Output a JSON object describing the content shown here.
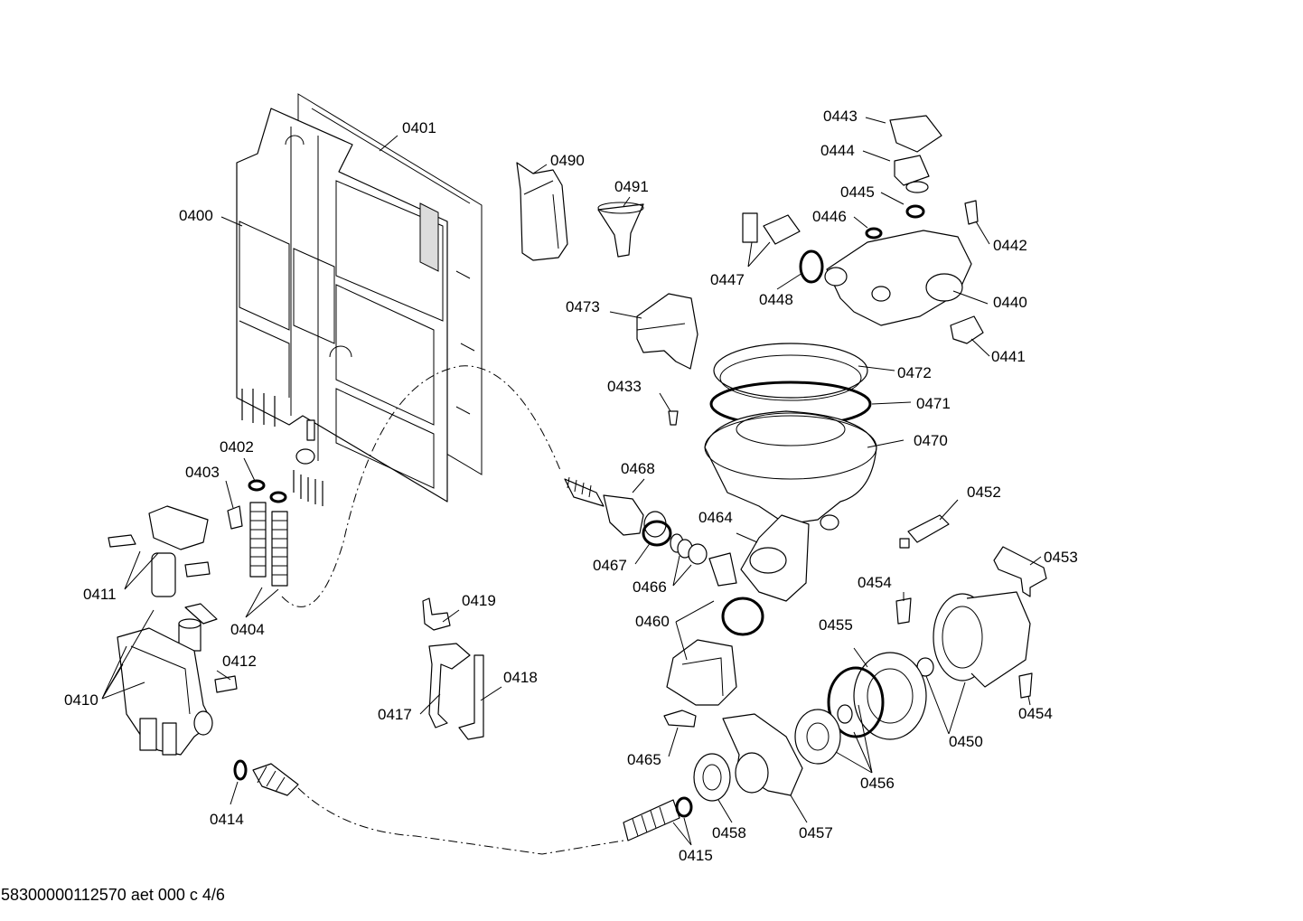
{
  "diagram": {
    "labels": {
      "p0400": "0400",
      "p0401": "0401",
      "p0402": "0402",
      "p0403": "0403",
      "p0404": "0404",
      "p0410": "0410",
      "p0411": "0411",
      "p0412": "0412",
      "p0414": "0414",
      "p0415": "0415",
      "p0417": "0417",
      "p0418": "0418",
      "p0419": "0419",
      "p0433": "0433",
      "p0440": "0440",
      "p0441": "0441",
      "p0442": "0442",
      "p0443": "0443",
      "p0444": "0444",
      "p0445": "0445",
      "p0446": "0446",
      "p0447": "0447",
      "p0448": "0448",
      "p0450": "0450",
      "p0452": "0452",
      "p0453": "0453",
      "p0454a": "0454",
      "p0454b": "0454",
      "p0455": "0455",
      "p0456": "0456",
      "p0457": "0457",
      "p0458": "0458",
      "p0460": "0460",
      "p0464": "0464",
      "p0465": "0465",
      "p0466": "0466",
      "p0467": "0467",
      "p0468": "0468",
      "p0470": "0470",
      "p0471": "0471",
      "p0472": "0472",
      "p0473": "0473",
      "p0490": "0490",
      "p0491": "0491"
    },
    "footer": "58300000112570 aet 000 c 4/6"
  }
}
